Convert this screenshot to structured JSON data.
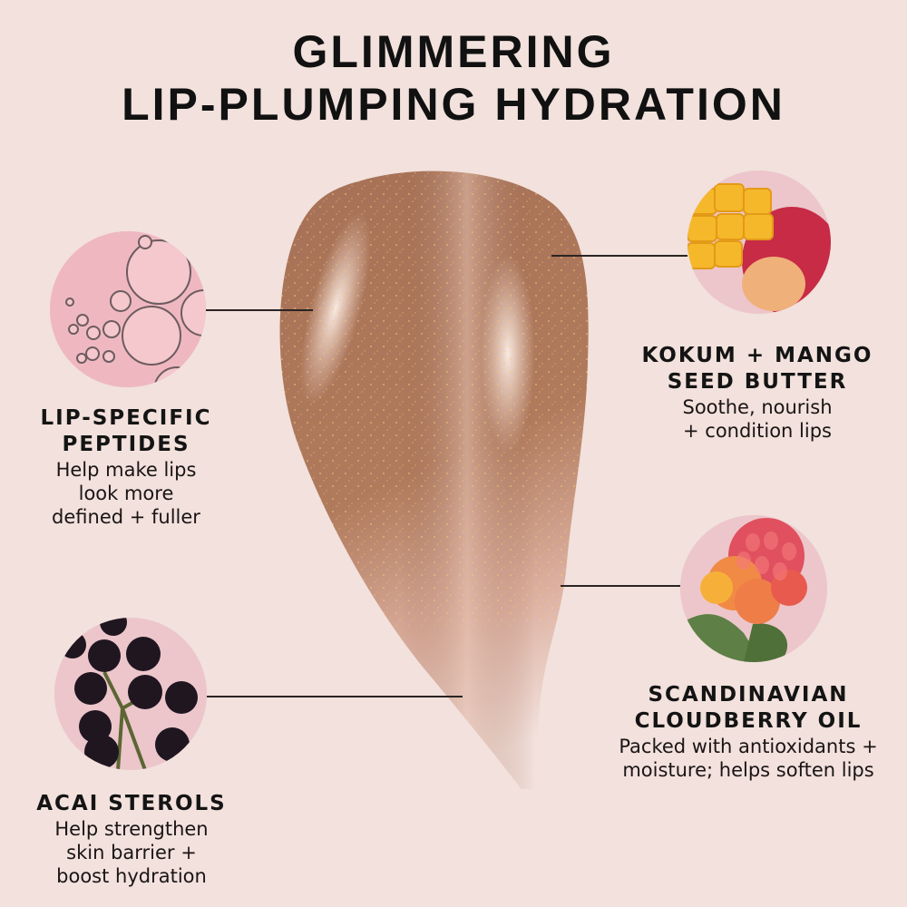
{
  "header": {
    "title_line1": "GLIMMERING",
    "title_line2": "LIP-PLUMPING HYDRATION"
  },
  "colors": {
    "background": "#f2e1dc",
    "swatch_main": "#b07a5c",
    "swatch_highlight": "#f4d9cc",
    "circle_bg": "#ecc8cd",
    "text": "#141414"
  },
  "ingredients": [
    {
      "name_line1": "LIP-SPECIFIC",
      "name_line2": "PEPTIDES",
      "desc": [
        "Help make lips",
        "look more",
        "defined + fuller"
      ],
      "image": "bubbles-icon"
    },
    {
      "name_line1": "KOKUM + MANGO",
      "name_line2": "SEED BUTTER",
      "desc": [
        "Soothe, nourish",
        "+ condition lips"
      ],
      "image": "mango-icon"
    },
    {
      "name_line1": "SCANDINAVIAN",
      "name_line2": "CLOUDBERRY OIL",
      "desc": [
        "Packed with  antioxidants +",
        "moisture; helps soften lips"
      ],
      "image": "cloudberry-icon"
    },
    {
      "name_line1": "ACAI STEROLS",
      "desc": [
        "Help strengthen",
        "skin barrier +",
        "boost hydration"
      ],
      "image": "acai-berries-icon"
    }
  ]
}
